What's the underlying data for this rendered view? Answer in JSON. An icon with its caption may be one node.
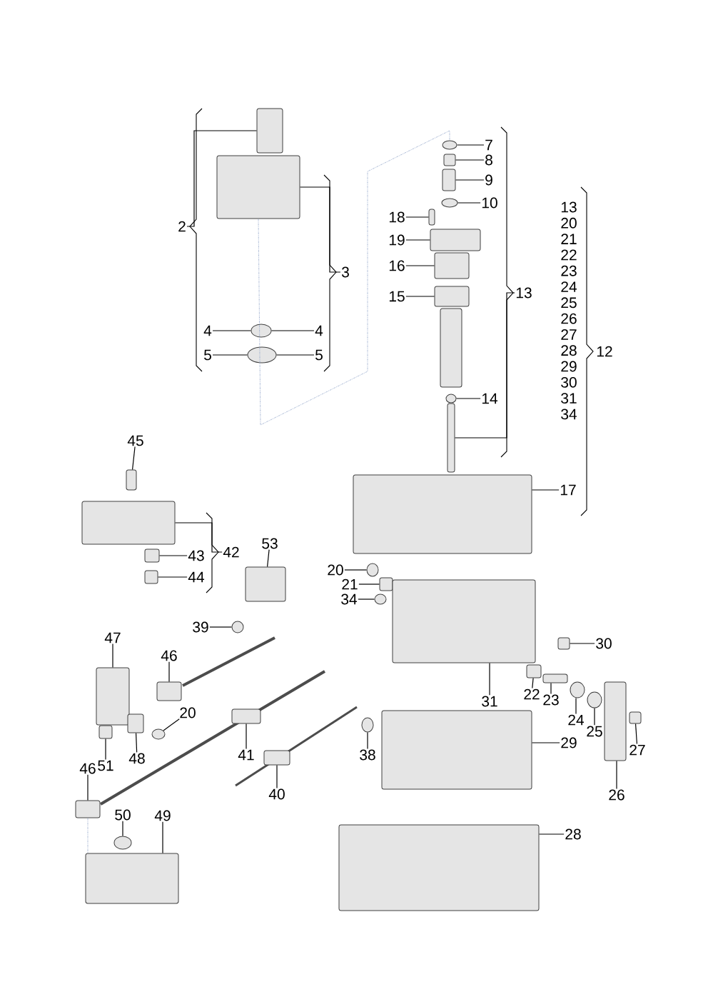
{
  "diagram": {
    "nodes": [
      {
        "text": [
          "2"
        ]
      },
      {
        "text": [],
        "shape": "box"
      },
      {
        "text": [
          "3"
        ]
      },
      {
        "text": [],
        "shape": "box"
      },
      {
        "text": [
          "4"
        ]
      },
      {
        "text": [],
        "shape": "circle"
      },
      {
        "text": [
          "4"
        ]
      },
      {
        "text": [
          "5"
        ]
      },
      {
        "text": [],
        "shape": "circle"
      },
      {
        "text": [
          "5"
        ]
      },
      {
        "text": [
          "7"
        ]
      },
      {
        "text": [],
        "shape": "circle"
      },
      {
        "text": [
          "8"
        ]
      },
      {
        "text": [],
        "shape": "box"
      },
      {
        "text": [
          "9"
        ]
      },
      {
        "text": [],
        "shape": "box"
      },
      {
        "text": [
          "10"
        ]
      },
      {
        "text": [],
        "shape": "circle"
      },
      {
        "text": [
          "18"
        ]
      },
      {
        "text": [],
        "shape": "box"
      },
      {
        "text": [
          "19"
        ]
      },
      {
        "text": [],
        "shape": "box"
      },
      {
        "text": [
          "16"
        ]
      },
      {
        "text": [],
        "shape": "box"
      },
      {
        "text": [
          "15"
        ]
      },
      {
        "text": [],
        "shape": "box"
      },
      {
        "text": [
          "13"
        ]
      },
      {
        "text": [],
        "shape": "box"
      },
      {
        "text": [
          "14"
        ]
      },
      {
        "text": [],
        "shape": "circle"
      },
      {
        "text": [
          "17"
        ]
      },
      {
        "text": [],
        "shape": "box"
      },
      {
        "text": [
          "45"
        ]
      },
      {
        "text": [],
        "shape": "box"
      },
      {
        "text": [
          "42"
        ]
      },
      {
        "text": [],
        "shape": "box"
      },
      {
        "text": [
          "43"
        ]
      },
      {
        "text": [],
        "shape": "box"
      },
      {
        "text": [
          "44"
        ]
      },
      {
        "text": [],
        "shape": "box"
      },
      {
        "text": [
          "53"
        ]
      },
      {
        "text": [],
        "shape": "box"
      },
      {
        "text": [
          "39"
        ]
      },
      {
        "text": [],
        "shape": "circle"
      },
      {
        "text": [
          "47"
        ]
      },
      {
        "text": [],
        "shape": "box"
      },
      {
        "text": [
          "46"
        ]
      },
      {
        "text": [],
        "shape": "box"
      },
      {
        "text": [
          "20"
        ]
      },
      {
        "text": [],
        "shape": "circle"
      },
      {
        "text": [
          "51"
        ]
      },
      {
        "text": [],
        "shape": "box"
      },
      {
        "text": [
          "48"
        ]
      },
      {
        "text": [],
        "shape": "box"
      },
      {
        "text": [
          "46"
        ]
      },
      {
        "text": [],
        "shape": "box"
      },
      {
        "text": [
          "50"
        ]
      },
      {
        "text": [],
        "shape": "circle"
      },
      {
        "text": [
          "49"
        ]
      },
      {
        "text": [],
        "shape": "box"
      },
      {
        "text": [
          "41"
        ]
      },
      {
        "text": [],
        "shape": "box"
      },
      {
        "text": [
          "40"
        ]
      },
      {
        "text": [],
        "shape": "box"
      },
      {
        "text": [
          "38"
        ]
      },
      {
        "text": [],
        "shape": "circle"
      },
      {
        "text": [
          "20"
        ]
      },
      {
        "text": [],
        "shape": "circle"
      },
      {
        "text": [
          "21"
        ]
      },
      {
        "text": [],
        "shape": "box"
      },
      {
        "text": [
          "34"
        ]
      },
      {
        "text": [],
        "shape": "circle"
      },
      {
        "text": [
          "31"
        ]
      },
      {
        "text": [],
        "shape": "box"
      },
      {
        "text": [
          "30"
        ]
      },
      {
        "text": [],
        "shape": "box"
      },
      {
        "text": [
          "22"
        ]
      },
      {
        "text": [],
        "shape": "box"
      },
      {
        "text": [
          "23"
        ]
      },
      {
        "text": [],
        "shape": "box"
      },
      {
        "text": [
          "24"
        ]
      },
      {
        "text": [],
        "shape": "circle"
      },
      {
        "text": [
          "25"
        ]
      },
      {
        "text": [],
        "shape": "circle"
      },
      {
        "text": [
          "27"
        ]
      },
      {
        "text": [],
        "shape": "box"
      },
      {
        "text": [
          "26"
        ]
      },
      {
        "text": [],
        "shape": "box"
      },
      {
        "text": [
          "29"
        ]
      },
      {
        "text": [],
        "shape": "box"
      },
      {
        "text": [
          "28"
        ]
      },
      {
        "text": [],
        "shape": "box"
      }
    ],
    "edges": [
      {
        "from": 0,
        "to": 1,
        "arrow": "none"
      },
      {
        "from": 2,
        "to": 3,
        "arrow": "none"
      },
      {
        "from": 4,
        "to": 5,
        "arrow": "none"
      },
      {
        "from": 6,
        "to": 5,
        "arrow": "none"
      },
      {
        "from": 7,
        "to": 8,
        "arrow": "none"
      },
      {
        "from": 9,
        "to": 8,
        "arrow": "none"
      },
      {
        "from": 10,
        "to": 11,
        "arrow": "none"
      },
      {
        "from": 12,
        "to": 13,
        "arrow": "none"
      },
      {
        "from": 14,
        "to": 15,
        "arrow": "none"
      },
      {
        "from": 16,
        "to": 17,
        "arrow": "none"
      },
      {
        "from": 18,
        "to": 19,
        "arrow": "none"
      },
      {
        "from": 20,
        "to": 21,
        "arrow": "none"
      },
      {
        "from": 22,
        "to": 23,
        "arrow": "none"
      },
      {
        "from": 24,
        "to": 25,
        "arrow": "none"
      },
      {
        "from": 26,
        "to": 27,
        "arrow": "none"
      },
      {
        "from": 28,
        "to": 29,
        "arrow": "none"
      },
      {
        "from": 30,
        "to": 31,
        "arrow": "none"
      },
      {
        "from": 32,
        "to": 33,
        "arrow": "none"
      },
      {
        "from": 34,
        "to": 35,
        "arrow": "none"
      },
      {
        "from": 36,
        "to": 37,
        "arrow": "none"
      },
      {
        "from": 38,
        "to": 39,
        "arrow": "none"
      },
      {
        "from": 40,
        "to": 41,
        "arrow": "none"
      },
      {
        "from": 42,
        "to": 43,
        "arrow": "none"
      },
      {
        "from": 44,
        "to": 45,
        "arrow": "none"
      },
      {
        "from": 46,
        "to": 47,
        "arrow": "none"
      },
      {
        "from": 48,
        "to": 49,
        "arrow": "none"
      },
      {
        "from": 50,
        "to": 51,
        "arrow": "none"
      },
      {
        "from": 52,
        "to": 53,
        "arrow": "none"
      },
      {
        "from": 54,
        "to": 55,
        "arrow": "none"
      },
      {
        "from": 56,
        "to": 57,
        "arrow": "none"
      },
      {
        "from": 58,
        "to": 59,
        "arrow": "none"
      },
      {
        "from": 60,
        "to": 61,
        "arrow": "none"
      },
      {
        "from": 62,
        "to": 63,
        "arrow": "none"
      },
      {
        "from": 64,
        "to": 65,
        "arrow": "none"
      },
      {
        "from": 66,
        "to": 67,
        "arrow": "none"
      },
      {
        "from": 68,
        "to": 69,
        "arrow": "none"
      },
      {
        "from": 70,
        "to": 71,
        "arrow": "none"
      },
      {
        "from": 72,
        "to": 73,
        "arrow": "none"
      },
      {
        "from": 74,
        "to": 75,
        "arrow": "none"
      },
      {
        "from": 76,
        "to": 77,
        "arrow": "none"
      },
      {
        "from": 78,
        "to": 79,
        "arrow": "none"
      },
      {
        "from": 80,
        "to": 81,
        "arrow": "none"
      },
      {
        "from": 82,
        "to": 83,
        "arrow": "none"
      },
      {
        "from": 84,
        "to": 85,
        "arrow": "none"
      },
      {
        "from": 86,
        "to": 87,
        "arrow": "none"
      },
      {
        "from": 88,
        "to": 89,
        "arrow": "none"
      },
      {
        "from": 90,
        "to": 91,
        "arrow": "none"
      },
      {
        "from": 3,
        "to": 11,
        "arrow": "none",
        "style": "dashed",
        "color": "#8fa3c8"
      },
      {
        "from": 55,
        "to": 59,
        "arrow": "none",
        "style": "dashed",
        "color": "#8fa3c8"
      }
    ],
    "labels": [
      "13",
      "20",
      "21",
      "22",
      "23",
      "24",
      "25",
      "26",
      "27",
      "28",
      "29",
      "30",
      "31",
      "34",
      "12"
    ]
  }
}
